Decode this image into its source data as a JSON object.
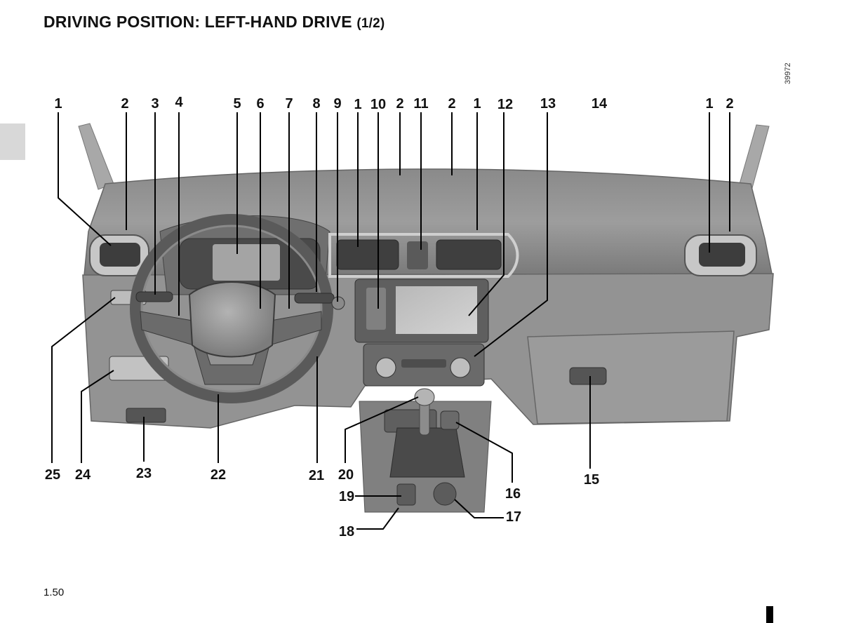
{
  "header": {
    "title": "DRIVING POSITION: LEFT-HAND DRIVE",
    "title_suffix": "(1/2)"
  },
  "reference_code": "39972",
  "page_number": "1.50",
  "callouts": {
    "c1a": "1",
    "c2a": "2",
    "c3": "3",
    "c4": "4",
    "c5": "5",
    "c6": "6",
    "c7": "7",
    "c8": "8",
    "c9": "9",
    "c1b": "1",
    "c10": "10",
    "c2b": "2",
    "c11": "11",
    "c2c": "2",
    "c1c": "1",
    "c12": "12",
    "c13": "13",
    "c14": "14",
    "c1d": "1",
    "c2d": "2",
    "c25": "25",
    "c24": "24",
    "c23": "23",
    "c22": "22",
    "c21": "21",
    "c20": "20",
    "c19": "19",
    "c18": "18",
    "c17": "17",
    "c16": "16",
    "c15": "15"
  }
}
